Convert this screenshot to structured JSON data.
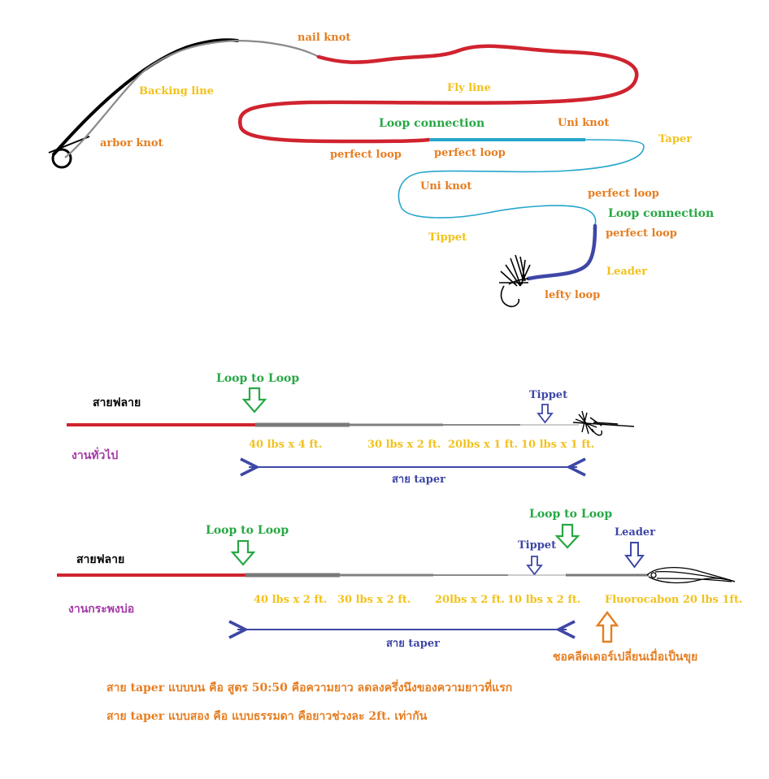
{
  "colors": {
    "orange": "#e67e22",
    "gold": "#f2c21b",
    "green": "#27a844",
    "red": "#d0232f",
    "teal": "#25a6cc",
    "navy": "#3e47a6",
    "purple": "#a33aa6",
    "gray": "#808080",
    "black": "#000000"
  },
  "top_diagram": {
    "nail_knot": "nail knot",
    "backing_line": "Backing line",
    "arbor_knot": "arbor knot",
    "fly_line": "Fly line",
    "loop_connection_1": "Loop connection",
    "uni_knot_1": "Uni knot",
    "taper": "Taper",
    "perfect_loop_1": "perfect loop",
    "perfect_loop_2": "perfect loop",
    "uni_knot_2": "Uni knot",
    "perfect_loop_3": "perfect loop",
    "loop_connection_2": "Loop connection",
    "tippet": "Tippet",
    "perfect_loop_4": "perfect loop",
    "leader": "Leader",
    "lefty_loop": "lefty loop"
  },
  "general_rig": {
    "fly_line_label": "สายฟลาย",
    "usage_label": "งานทั่วไป",
    "loop_to_loop": "Loop to Loop",
    "tippet_label": "Tippet",
    "segments": [
      "40 lbs x 4 ft.",
      "30 lbs x 2 ft.",
      "20lbs x 1 ft.",
      "10 lbs x 1 ft."
    ],
    "taper_label": "สาย taper"
  },
  "bass_rig": {
    "fly_line_label": "สายฟลาย",
    "usage_label": "งานกระพงบ่อ",
    "loop_to_loop": "Loop to Loop",
    "loop_to_loop_2": "Loop to Loop",
    "tippet_label": "Tippet",
    "leader_label": "Leader",
    "segments": [
      "40 lbs x 2 ft.",
      "30 lbs x 2 ft.",
      "20lbs x 2 ft.",
      "10 lbs x 2 ft."
    ],
    "fluoro_label": "Fluorocabon 20 lbs 1ft.",
    "taper_label": "สาย taper",
    "leader_note": "ชอคลีดเดอร์เปลี่ยนเมื่อเป็นขุย"
  },
  "notes": [
    "สาย taper แบบบน คือ สูตร 50:50 คือความยาว ลดลงครึ่งนึงของความยาวที่แรก",
    "สาย taper แบบสอง คือ แบบธรรมดา  คือยาวช่วงละ 2ft. เท่ากัน"
  ]
}
